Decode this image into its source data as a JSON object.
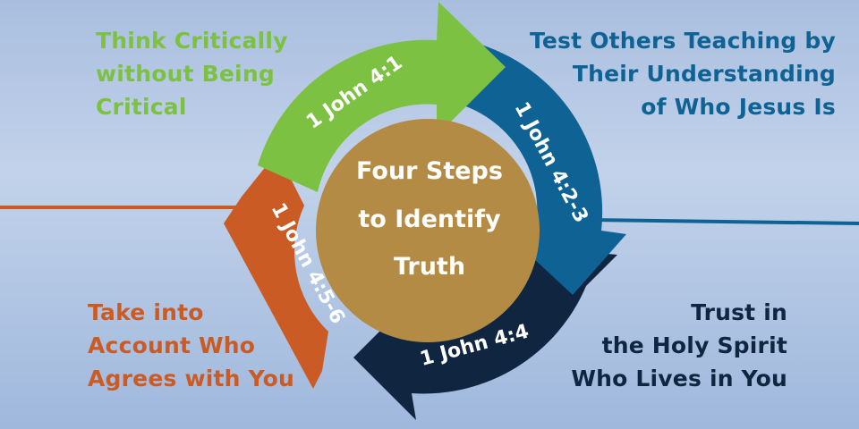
{
  "center": {
    "lines": [
      "Four Steps",
      "to Identify",
      "Truth"
    ]
  },
  "steps": [
    {
      "ref": "1 John 4:1",
      "label": [
        "Think Critically",
        "without Being",
        "Critical"
      ],
      "color": "#7dc142"
    },
    {
      "ref": "1 John 4:2-3",
      "label": [
        "Test Others Teaching by",
        "Their Understanding",
        "of Who Jesus Is"
      ],
      "color": "#0e6394"
    },
    {
      "ref": "1 John 4:4",
      "label": [
        "Trust in",
        "the Holy Spirit",
        "Who Lives in You"
      ],
      "color": "#0f2540"
    },
    {
      "ref": "1 John 4:5-6",
      "label": [
        "Take into",
        "Account Who",
        "Agrees with You"
      ],
      "color": "#cb5b25"
    }
  ],
  "colors": {
    "center": "#b38b44",
    "bg_top": "#a9bedf",
    "bg_bottom": "#9fb8dc"
  }
}
